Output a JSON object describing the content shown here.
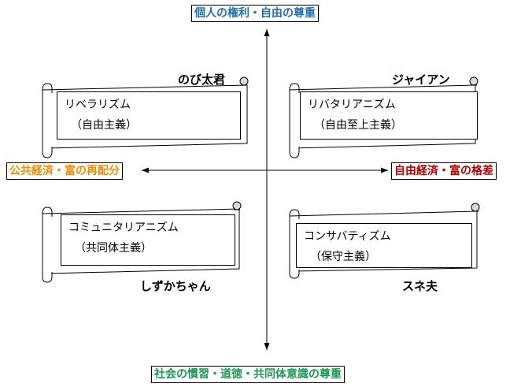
{
  "poles": {
    "top": "個人の権利・自由の尊重",
    "left": "公共経済・富の再配分",
    "right": "自由経済・富の格差",
    "bottom": "社会の慣習・道徳・共同体意識の尊重"
  },
  "pole_colors": {
    "top": "#1f6fb2",
    "left": "#f08c00",
    "right": "#b00000",
    "bottom": "#1a9a50"
  },
  "quadrants": {
    "top_left": {
      "character": "のび太君",
      "term": "リベラリズム",
      "gloss": "（自由主義）"
    },
    "top_right": {
      "character": "ジャイアン",
      "term": "リバタリアニズム",
      "gloss": "（自由至上主義）"
    },
    "bottom_left": {
      "character": "しずかちゃん",
      "term": "コミュニタリアニズム",
      "gloss": "（共同体主義）"
    },
    "bottom_right": {
      "character": "スネ夫",
      "term": "コンサバティズム",
      "gloss": "（保守主義）"
    }
  }
}
